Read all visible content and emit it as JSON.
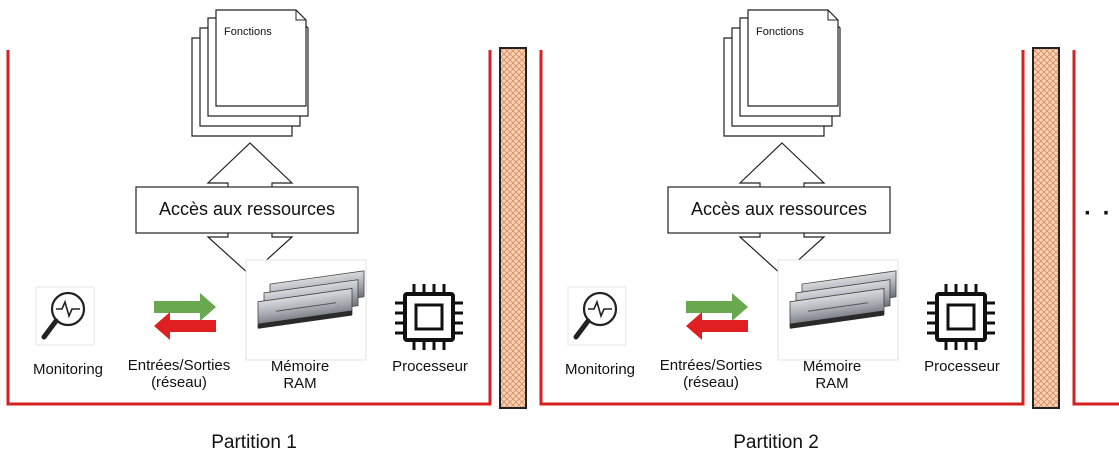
{
  "partitions": [
    {
      "label": "Partition 1",
      "documents_label": "Fonctions",
      "access_label": "Accès aux ressources",
      "monitoring_label": "Monitoring",
      "io_label": "Entrées/Sorties\n(réseau)",
      "memory_label": "Mémoire\nRAM",
      "processor_label": "Processeur"
    },
    {
      "label": "Partition 2",
      "documents_label": "Fonctions",
      "access_label": "Accès aux ressources",
      "monitoring_label": "Monitoring",
      "io_label": "Entrées/Sorties\n(réseau)",
      "memory_label": "Mémoire\nRAM",
      "processor_label": "Processeur"
    }
  ],
  "continuation": "· ·",
  "colors": {
    "partition_border": "#d61f1f",
    "separator_fill": "#f4c8a6",
    "arrow_green": "#6aa84f",
    "arrow_red": "#e02020"
  }
}
